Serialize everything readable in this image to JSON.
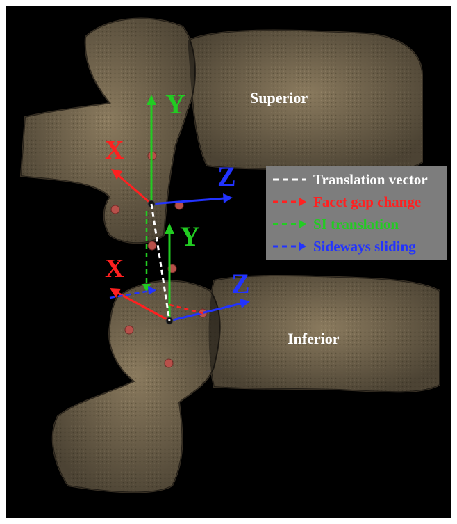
{
  "labels": {
    "superior": "Superior",
    "inferior": "Inferior",
    "axis_x": "X",
    "axis_y": "Y",
    "axis_z": "Z"
  },
  "legend": {
    "items": [
      {
        "label": "Translation vector",
        "color": "#ffffff",
        "style": "dashed"
      },
      {
        "label": "Facet gap change",
        "color": "#ff2020",
        "style": "dashed-arrow"
      },
      {
        "label": "SI translation",
        "color": "#22cc22",
        "style": "dashed-arrow"
      },
      {
        "label": "Sideways sliding",
        "color": "#2233ff",
        "style": "dashed-arrow"
      }
    ]
  },
  "colors": {
    "background": "#000000",
    "bone": "#8a7a5e",
    "axis_x": "#ff2020",
    "axis_y": "#22cc22",
    "axis_z": "#2233ff",
    "translation": "#ffffff",
    "marker": "#b8504a",
    "label_text": "#ffffff"
  }
}
